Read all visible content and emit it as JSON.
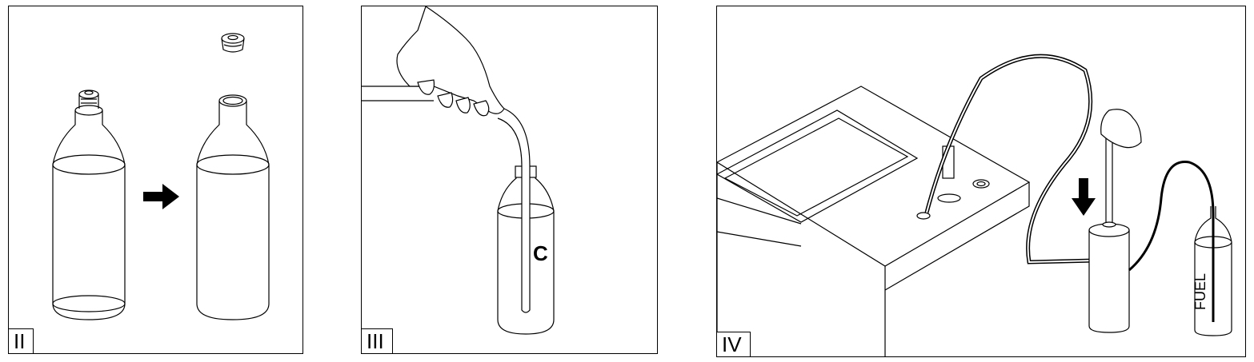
{
  "panels": [
    {
      "step": "II"
    },
    {
      "step": "III",
      "marker": "C"
    },
    {
      "step": "IV",
      "bottle_label": "FUEL"
    }
  ],
  "colors": {
    "line": "#000000",
    "fill": "#ffffff",
    "arrow": "#000000"
  }
}
